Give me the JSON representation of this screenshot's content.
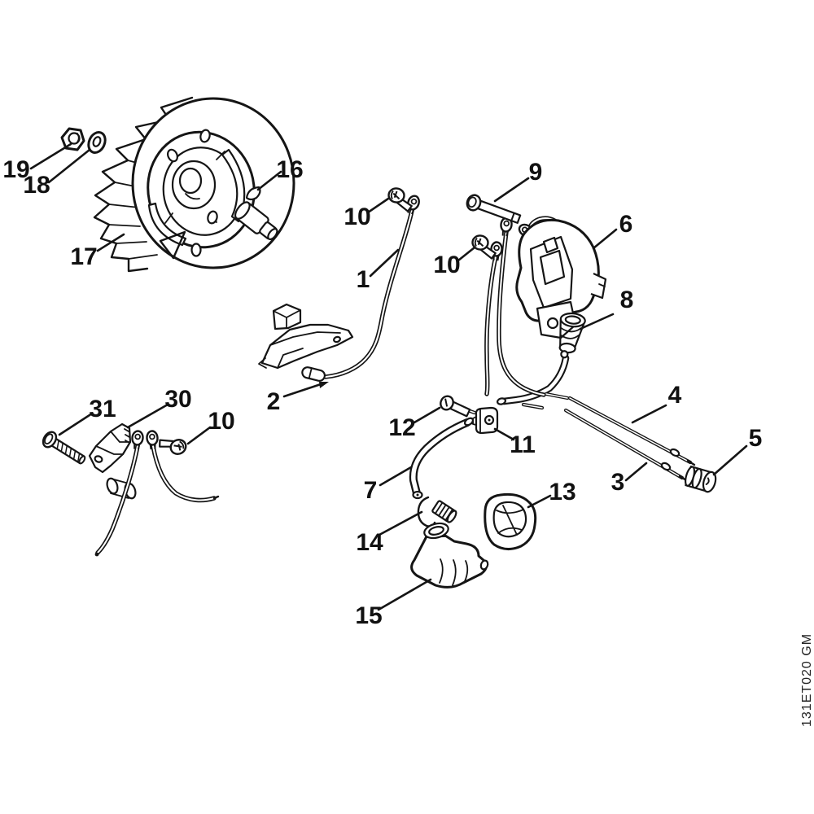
{
  "diagram": {
    "code": "131ET020 GM",
    "background": "#ffffff",
    "line_color": "#151515",
    "callouts": [
      {
        "label": "19"
      },
      {
        "label": "18"
      },
      {
        "label": "17"
      },
      {
        "label": "16"
      },
      {
        "label": "10"
      },
      {
        "label": "1"
      },
      {
        "label": "9"
      },
      {
        "label": "10"
      },
      {
        "label": "6"
      },
      {
        "label": "8"
      },
      {
        "label": "2"
      },
      {
        "label": "12"
      },
      {
        "label": "11"
      },
      {
        "label": "4"
      },
      {
        "label": "5"
      },
      {
        "label": "3"
      },
      {
        "label": "31"
      },
      {
        "label": "30"
      },
      {
        "label": "10"
      },
      {
        "label": "7"
      },
      {
        "label": "14"
      },
      {
        "label": "13"
      },
      {
        "label": "15"
      }
    ]
  }
}
